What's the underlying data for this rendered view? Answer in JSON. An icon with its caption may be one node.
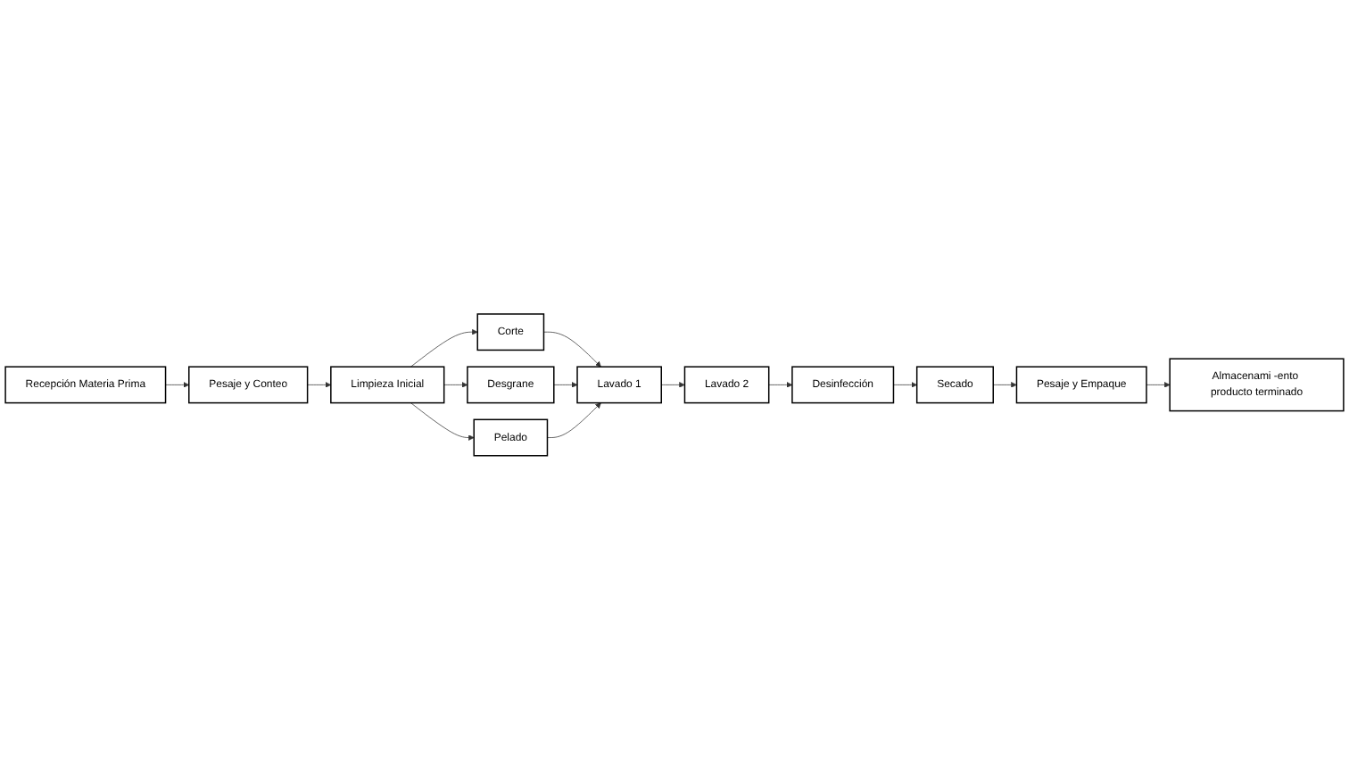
{
  "diagram": {
    "nodes": [
      {
        "text": [
          "Recepción Materia Prima"
        ]
      },
      {
        "text": [
          "Pesaje y Conteo"
        ]
      },
      {
        "text": [
          "Limpieza Inicial"
        ]
      },
      {
        "text": [
          "Corte"
        ]
      },
      {
        "text": [
          "Desgrane"
        ]
      },
      {
        "text": [
          "Pelado"
        ]
      },
      {
        "text": [
          "Secado"
        ]
      },
      {
        "text": [
          "Desinfección"
        ]
      },
      {
        "text": [
          "Lavado 2"
        ]
      },
      {
        "text": [
          "Lavado 1"
        ]
      },
      {
        "text": [
          "Pesaje y Empaque"
        ]
      },
      {
        "text": [
          "Almacenami -ento producto terminado"
        ]
      }
    ],
    "edges": [
      {
        "from": 0,
        "to": 1,
        "arrow": "to"
      },
      {
        "from": 1,
        "to": 2,
        "arrow": "to"
      },
      {
        "from": 2,
        "to": 3,
        "arrow": "to"
      },
      {
        "from": 2,
        "to": 4,
        "arrow": "to"
      },
      {
        "from": 2,
        "to": 5,
        "arrow": "to"
      },
      {
        "from": 3,
        "to": 9,
        "arrow": "to"
      },
      {
        "from": 4,
        "to": 9,
        "arrow": "to"
      },
      {
        "from": 5,
        "to": 9,
        "arrow": "to"
      },
      {
        "from": 9,
        "to": 8,
        "arrow": "to"
      },
      {
        "from": 8,
        "to": 7,
        "arrow": "to"
      },
      {
        "from": 7,
        "to": 6,
        "arrow": "to"
      },
      {
        "from": 6,
        "to": 10,
        "arrow": "to"
      },
      {
        "from": 10,
        "to": 11,
        "arrow": "to"
      }
    ]
  }
}
